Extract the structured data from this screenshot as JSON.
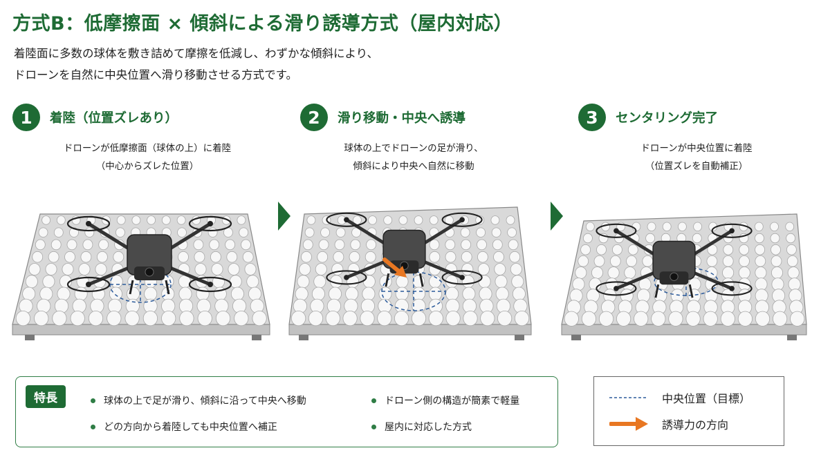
{
  "header": {
    "title": "方式B：低摩擦面 × 傾斜による滑り誘導方式（屋内対応）",
    "lead_line1": "着陸面に多数の球体を敷き詰めて摩擦を低減し、わずかな傾斜により、",
    "lead_line2": "ドローンを自然に中央位置へ滑り移動させる方式です。"
  },
  "steps": [
    {
      "number": "1",
      "title": "着陸（位置ズレあり）",
      "desc1": "ドローンが低摩擦面（球体の上）に着陸",
      "desc2": "（中心からズレた位置）"
    },
    {
      "number": "2",
      "title": "滑り移動・中央へ誘導",
      "desc1": "球体の上でドローンの足が滑り、",
      "desc2": "傾斜により中央へ自然に移動"
    },
    {
      "number": "3",
      "title": "センタリング完了",
      "desc1": "ドローンが中央位置に着陸",
      "desc2": "（位置ズレを自動補正）"
    }
  ],
  "features": {
    "tag": "特長",
    "items": [
      "球体の上で足が滑り、傾斜に沿って中央へ移動",
      "ドローン側の構造が簡素で軽量",
      "どの方向から着陸しても中央位置へ補正",
      "屋内に対応した方式"
    ]
  },
  "legend": {
    "center_label": "中央位置（目標）",
    "force_label": "誘導力の方向"
  },
  "colors": {
    "brand_green": "#1e6b34",
    "arrow_orange": "#e87722",
    "target_dash": "#2b5a9a"
  }
}
